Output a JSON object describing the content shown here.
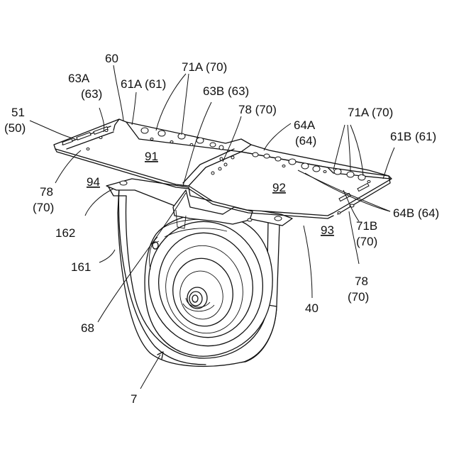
{
  "labels": {
    "l60": "60",
    "l63a": "63A",
    "l63a_ref": "(63)",
    "l61a": "61A (61)",
    "l71a_top": "71A (70)",
    "l63b": "63B (63)",
    "l51": "51",
    "l51_ref": "(50)",
    "l78_mid": "78 (70)",
    "l64a": "64A",
    "l64a_ref": "(64)",
    "l71a_right": "71A (70)",
    "l61b": "61B (61)",
    "l91": "91",
    "l92": "92",
    "l94": "94",
    "l78_left": "78",
    "l78_left_ref": "(70)",
    "l162": "162",
    "l161": "161",
    "l64b": "64B (64)",
    "l71b": "71B",
    "l71b_ref": "(70)",
    "l93": "93",
    "l78_right": "78",
    "l78_right_ref": "(70)",
    "l40": "40",
    "l68": "68",
    "l7": "7"
  }
}
